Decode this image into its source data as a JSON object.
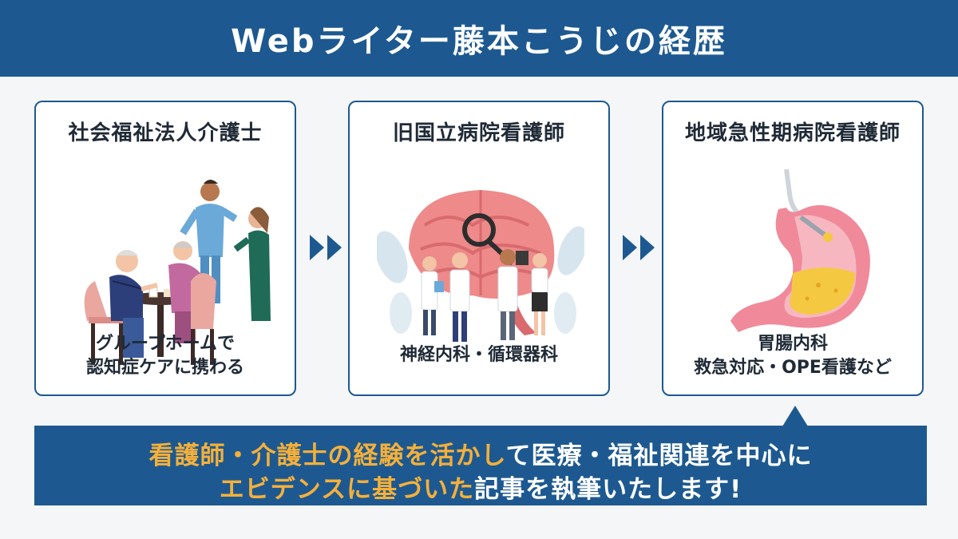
{
  "header": {
    "title": "Webライター藤本こうじの経歴"
  },
  "cards": [
    {
      "title": "社会福祉法人介護士",
      "desc_lines": [
        "グループホームで",
        "認知症ケアに携わる"
      ]
    },
    {
      "title": "旧国立病院看護師",
      "desc_lines": [
        "神経内科・循環器科"
      ]
    },
    {
      "title": "地域急性期病院看護師",
      "desc_lines": [
        "胃腸内科",
        "救急対応・OPE看護など"
      ]
    }
  ],
  "banner": {
    "line1_highlight": "看護師・介護士の経験を活かし",
    "line1_rest": "て医療・福祉関連を中心に",
    "line2_highlight": "エビデンスに基づいた",
    "line2_rest": "記事を執筆いたします!"
  },
  "colors": {
    "primary": "#1d5990",
    "highlight": "#f5b03a",
    "background": "#f4f6f8"
  },
  "icons": {
    "card1": "caregivers-with-elderly-illustration",
    "card2": "brain-with-doctors-illustration",
    "card3": "stomach-endoscopy-illustration",
    "arrow": "double-chevron-right-icon"
  }
}
